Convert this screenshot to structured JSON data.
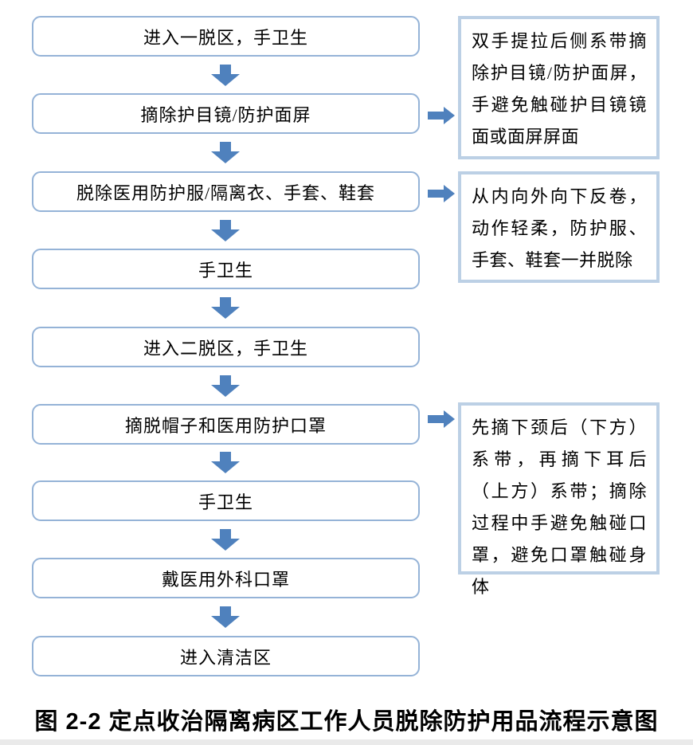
{
  "flow": {
    "steps": [
      {
        "label": "进入一脱区，手卫生"
      },
      {
        "label": "摘除护目镜/防护面屏"
      },
      {
        "label": "脱除医用防护服/隔离衣、手套、鞋套"
      },
      {
        "label": "手卫生"
      },
      {
        "label": "进入二脱区，手卫生"
      },
      {
        "label": "摘脱帽子和医用防护口罩"
      },
      {
        "label": "手卫生"
      },
      {
        "label": "戴医用外科口罩"
      },
      {
        "label": "进入清洁区"
      }
    ],
    "annotations": [
      {
        "attached_to_step_index": 1,
        "text": "双手提拉后侧系带摘除护目镜/防护面屏，手避免触碰护目镜镜面或面屏屏面"
      },
      {
        "attached_to_step_index": 2,
        "text": "从内向外向下反卷，动作轻柔，防护服、手套、鞋套一并脱除"
      },
      {
        "attached_to_step_index": 5,
        "text": "先摘下颈后（下方）系带，再摘下耳后（上方）系带；摘除过程中手避免触碰口罩，避免口罩触碰身体"
      }
    ],
    "caption": "图 2-2 定点收治隔离病区工作人员脱除防护用品流程示意图",
    "colors": {
      "arrow": "#4f81bd",
      "step_border": "#95b3d7",
      "annotation_border": "#bcd0e5",
      "text": "#000000"
    }
  }
}
